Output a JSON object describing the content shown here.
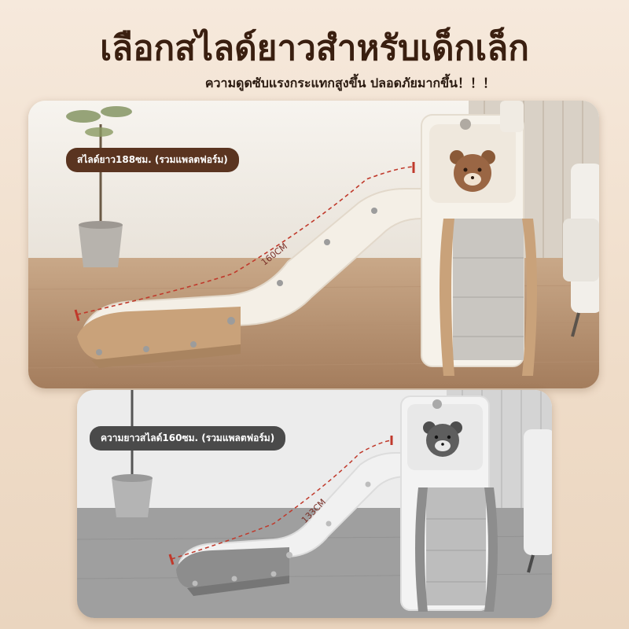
{
  "header": {
    "title": "เลือกสไลด์ยาวสำหรับเด็กเล็ก",
    "subtitle": "ความดูดซับแรงกระแทกสูงขึ้น ปลอดภัยมากขึ้น！！！"
  },
  "panels": [
    {
      "label": "สไลด์ยาว188ซม. (รวมแพลตฟอร์ม)",
      "measure": "160CM",
      "accent": "#c9a27a",
      "theme": "color"
    },
    {
      "label": "ความยาวสไลด์160ซม. (รวมแพลตฟอร์ม)",
      "measure": "133CM",
      "accent": "#8d8d8d",
      "theme": "grayscale"
    }
  ],
  "colors": {
    "background": "#f1e1cf",
    "title": "#3a1f10",
    "label_top": "#5a3420",
    "label_bottom": "#4a4a4a",
    "measure_line": "#c0392b"
  },
  "icons": [
    "bear-head-icon",
    "plant-pot-icon",
    "sofa-icon",
    "dashed-arrow-icon"
  ]
}
